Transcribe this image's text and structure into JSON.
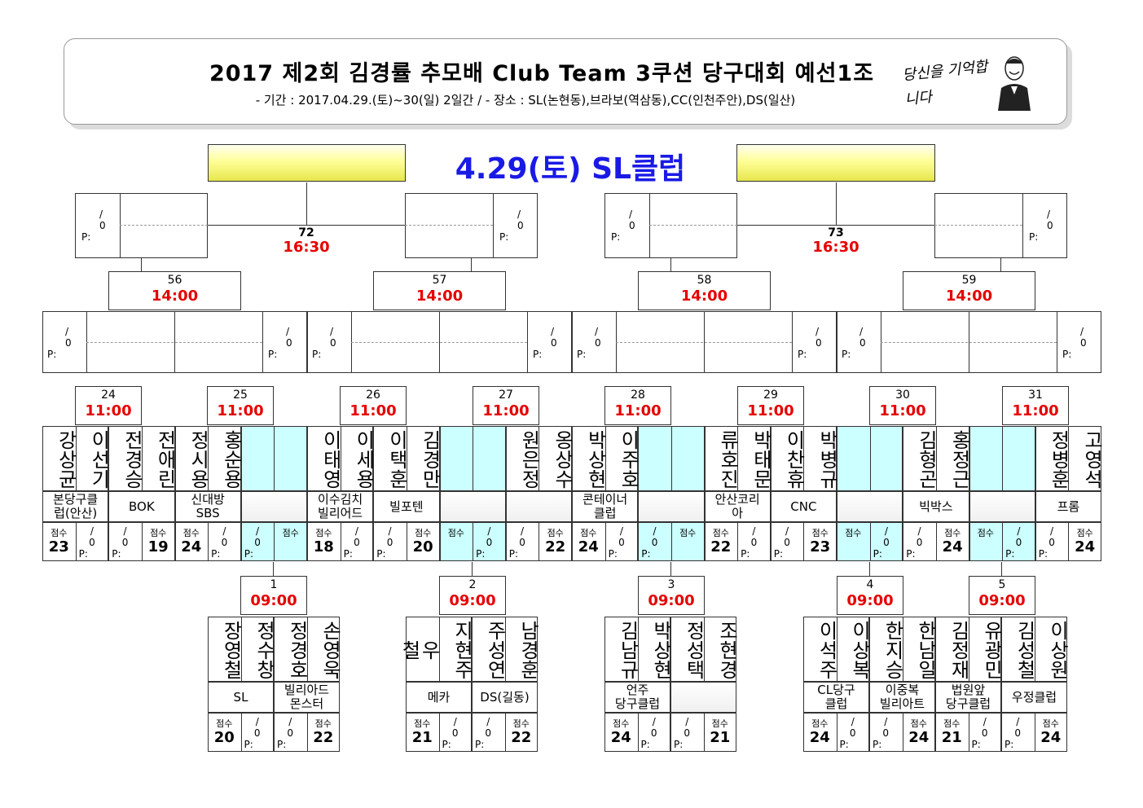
{
  "header": {
    "title": "2017 제2회 김경률 추모배 Club Team 3쿠션 당구대회 예선1조",
    "subtitle": "- 기간 : 2017.04.29.(토)~30(일) 2일간 / - 장소 : SL(논현동),브라보(역삼동),CC(인천주안),DS(일산)",
    "logo_text": "당신을 기억합니다"
  },
  "date_title": "4.29(토) SL클럽",
  "placeholders": {
    "slash": "/",
    "zero": "0",
    "p": "P:",
    "score_label": "점수"
  },
  "round4": [
    {
      "num": "72",
      "time": "16:30"
    },
    {
      "num": "73",
      "time": "16:30"
    }
  ],
  "round3": [
    {
      "num": "56",
      "time": "14:00"
    },
    {
      "num": "57",
      "time": "14:00"
    },
    {
      "num": "58",
      "time": "14:00"
    },
    {
      "num": "59",
      "time": "14:00"
    }
  ],
  "round2": [
    {
      "num": "24",
      "time": "11:00"
    },
    {
      "num": "25",
      "time": "11:00"
    },
    {
      "num": "26",
      "time": "11:00"
    },
    {
      "num": "27",
      "time": "11:00"
    },
    {
      "num": "28",
      "time": "11:00"
    },
    {
      "num": "29",
      "time": "11:00"
    },
    {
      "num": "30",
      "time": "11:00"
    },
    {
      "num": "31",
      "time": "11:00"
    }
  ],
  "r2_teams": [
    {
      "p1": "강상균",
      "p2": "이선기",
      "club": "본당구클럽(안산)",
      "club_l1": "본당구클",
      "club_l2": "럽(안산)",
      "score": "23"
    },
    {
      "p1": "전경승",
      "p2": "전애린",
      "club": "BOK",
      "score": "19"
    },
    {
      "p1": "정시용",
      "p2": "홍순용",
      "club": "신대방 SBS",
      "club_l1": "신대방",
      "club_l2": "SBS",
      "score": "24"
    },
    {
      "p1": "",
      "p2": "",
      "club": "",
      "score": ""
    },
    {
      "p1": "이태영",
      "p2": "이세용",
      "club": "이수김치 빌리어드",
      "club_l1": "이수김치",
      "club_l2": "빌리어드",
      "score": "18"
    },
    {
      "p1": "이택훈",
      "p2": "김경만",
      "club": "빌포텐",
      "score": "20"
    },
    {
      "p1": "",
      "p2": "",
      "club": "",
      "score": ""
    },
    {
      "p1": "원은정",
      "p2": "옹상수",
      "club": "",
      "score": "22"
    },
    {
      "p1": "박상현",
      "p2": "이주호",
      "club": "콘테이너 클럽",
      "club_l1": "콘테이너",
      "club_l2": "클럽",
      "score": "24"
    },
    {
      "p1": "",
      "p2": "",
      "club": "",
      "score": ""
    },
    {
      "p1": "류호진",
      "p2": "박태문",
      "club": "안산코리아",
      "club_l1": "안산코리",
      "club_l2": "아",
      "score": "22"
    },
    {
      "p1": "이찬휴",
      "p2": "박병규",
      "club": "CNC",
      "score": "23"
    },
    {
      "p1": "",
      "p2": "",
      "club": "",
      "score": ""
    },
    {
      "p1": "김형곤",
      "p2": "홍정근",
      "club": "빅박스",
      "score": "24"
    },
    {
      "p1": "",
      "p2": "",
      "club": "",
      "score": ""
    },
    {
      "p1": "정병훈",
      "p2": "고영석",
      "club": "프롬",
      "score": "24"
    }
  ],
  "round1": [
    {
      "num": "1",
      "time": "09:00"
    },
    {
      "num": "2",
      "time": "09:00"
    },
    {
      "num": "3",
      "time": "09:00"
    },
    {
      "num": "4",
      "time": "09:00"
    },
    {
      "num": "5",
      "time": "09:00"
    }
  ],
  "r1_teams": [
    {
      "p1": "장영철",
      "p2": "정수창",
      "club": "SL",
      "score": "20"
    },
    {
      "p1": "정경호",
      "p2": "손영욱",
      "club": "빌리아드 몬스터",
      "club_l1": "빌리아드",
      "club_l2": "몬스터",
      "score": "22"
    },
    {
      "p1": "우 철",
      "p2": "지현주",
      "club": "메카",
      "score": "21"
    },
    {
      "p1": "주성연",
      "p2": "남경훈",
      "club": "DS(길동)",
      "score": "22"
    },
    {
      "p1": "김남규",
      "p2": "박상현",
      "club": "언주 당구클럽",
      "club_l1": "언주",
      "club_l2": "당구클럽",
      "score": "24"
    },
    {
      "p1": "정성택",
      "p2": "조현경",
      "club": "",
      "score": "21"
    },
    {
      "p1": "이석주",
      "p2": "이상복",
      "club": "CL당구 클럽",
      "club_l1": "CL당구",
      "club_l2": "클럽",
      "score": "24"
    },
    {
      "p1": "한지승",
      "p2": "한남일",
      "club": "이중복 빌리아트",
      "club_l1": "이중복",
      "club_l2": "빌리아트",
      "score": "24"
    },
    {
      "p1": "김정재",
      "p2": "유광민",
      "club": "법원앞 당구클럽",
      "club_l1": "법원앞",
      "club_l2": "당구클럽",
      "score": "21"
    },
    {
      "p1": "김성철",
      "p2": "이상원",
      "club": "우정클럽",
      "score": "24"
    }
  ]
}
